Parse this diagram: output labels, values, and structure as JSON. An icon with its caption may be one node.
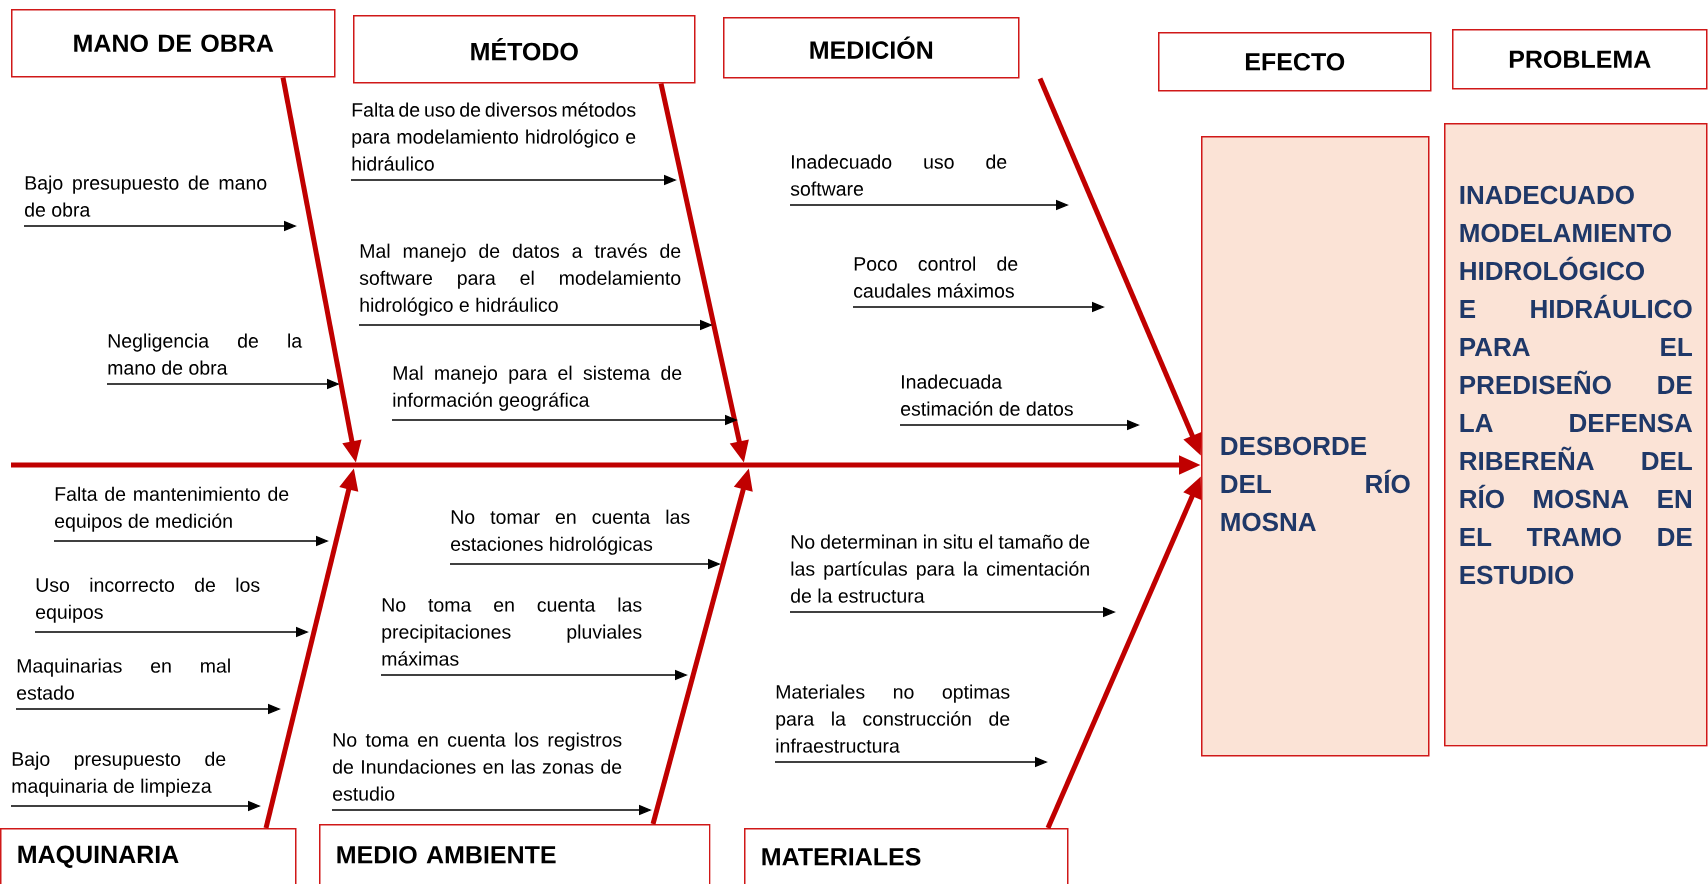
{
  "diagram": {
    "nodes": [
      {
        "text": [
          "MANO DE OBRA"
        ]
      },
      {
        "text": [
          "MÉTODO"
        ]
      },
      {
        "text": [
          "MEDICIÓN"
        ]
      },
      {
        "text": [
          "EFECTO"
        ]
      },
      {
        "text": [
          "PROBLEMA"
        ]
      },
      {
        "text": [
          "Bajo presupuesto de mano de obra"
        ]
      },
      {
        "text": [
          "Negligencia de la mano de obra"
        ]
      },
      {
        "text": [
          "Falta de uso de diversos métodos para modelamiento hidrológico e hidráulico"
        ]
      },
      {
        "text": [
          "Mal manejo de datos a través de software para el modelamiento hidrológico e hidráulico"
        ]
      },
      {
        "text": [
          "Mal manejo para el sistema de información geográfica"
        ]
      },
      {
        "text": [
          "Inadecuado uso de software"
        ]
      },
      {
        "text": [
          "Poco control de caudales máximos"
        ]
      },
      {
        "text": [
          "Inadecuada estimación de datos"
        ]
      },
      {
        "text": [
          "DESBORDE DEL RÍO MOSNA"
        ]
      },
      {
        "text": [
          "INADECUADO MODELAMIENTO HIDROLÓGICO E HIDRÁULICO PARA EL PREDISEÑO DE LA DEFENSA RIBEREÑA DEL RÍO MOSNA EN EL TRAMO DE ESTUDIO"
        ]
      },
      {
        "text": [
          "Falta de mantenimiento de equipos de medición"
        ]
      },
      {
        "text": [
          "Uso incorrecto de los equipos"
        ]
      },
      {
        "text": [
          "Maquinarias en mal estado"
        ]
      },
      {
        "text": [
          "Bajo presupuesto de maquinaria de limpieza"
        ]
      },
      {
        "text": [
          "No tomar en cuenta las estaciones hidrológicas"
        ]
      },
      {
        "text": [
          "No toma en cuenta las precipitaciones pluviales máximas"
        ]
      },
      {
        "text": [
          "No toma en cuenta los registros de Inundaciones en las zonas de estudio"
        ]
      },
      {
        "text": [
          "No determinan in situ el tamaño de las partículas para la cimentación de la estructura"
        ]
      },
      {
        "text": [
          "Materiales no optimas para la construcción de infraestructura"
        ]
      },
      {
        "text": [
          "MAQUINARIA"
        ]
      },
      {
        "text": [
          "MEDIO AMBIENTE"
        ]
      },
      {
        "text": [
          "MATERIALES"
        ]
      }
    ],
    "edges": [
      {
        "from": null,
        "to": 13,
        "arrow": "to",
        "style": "thick",
        "color": "#c00000"
      },
      {
        "from": 0,
        "to": null,
        "arrow": "to",
        "style": "thick",
        "color": "#c00000"
      },
      {
        "from": 1,
        "to": null,
        "arrow": "to",
        "style": "thick",
        "color": "#c00000"
      },
      {
        "from": 2,
        "to": 13,
        "arrow": "to",
        "style": "thick",
        "color": "#c00000"
      },
      {
        "from": 24,
        "to": null,
        "arrow": "to",
        "style": "thick",
        "color": "#c00000"
      },
      {
        "from": 25,
        "to": null,
        "arrow": "to",
        "style": "thick",
        "color": "#c00000"
      },
      {
        "from": 26,
        "to": 13,
        "arrow": "to",
        "style": "thick",
        "color": "#c00000"
      },
      {
        "from": 5,
        "to": null,
        "arrow": "to"
      },
      {
        "from": 6,
        "to": null,
        "arrow": "to"
      },
      {
        "from": 7,
        "to": null,
        "arrow": "to"
      },
      {
        "from": 8,
        "to": null,
        "arrow": "to"
      },
      {
        "from": 9,
        "to": null,
        "arrow": "to"
      },
      {
        "from": 10,
        "to": null,
        "arrow": "to"
      },
      {
        "from": 11,
        "to": null,
        "arrow": "to"
      },
      {
        "from": 12,
        "to": null,
        "arrow": "to"
      },
      {
        "from": 15,
        "to": null,
        "arrow": "to"
      },
      {
        "from": 16,
        "to": null,
        "arrow": "to"
      },
      {
        "from": 17,
        "to": null,
        "arrow": "to"
      },
      {
        "from": 18,
        "to": null,
        "arrow": "to"
      },
      {
        "from": 19,
        "to": null,
        "arrow": "to"
      },
      {
        "from": 20,
        "to": null,
        "arrow": "to"
      },
      {
        "from": 21,
        "to": null,
        "arrow": "to"
      },
      {
        "from": 22,
        "to": null,
        "arrow": "to"
      },
      {
        "from": 23,
        "to": null,
        "arrow": "to"
      }
    ]
  }
}
